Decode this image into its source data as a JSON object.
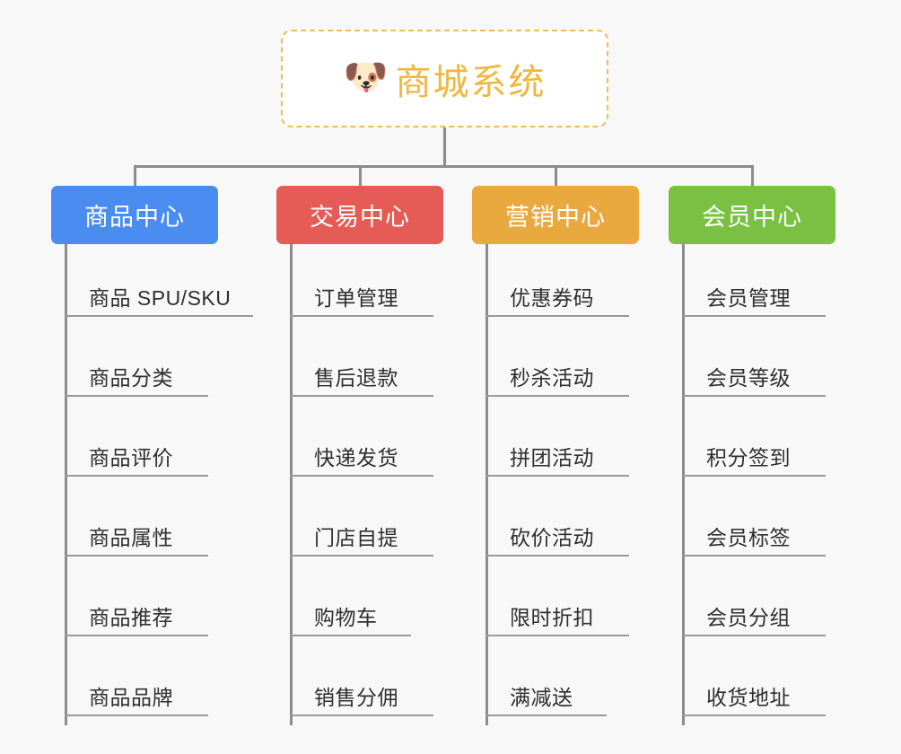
{
  "background_color": "#f8f8f8",
  "connector_color": "#8c8c8c",
  "root": {
    "title": "商城系统",
    "icon": "shiba-dog-face-icon",
    "icon_glyph": "🐶",
    "border_color": "#efbc55",
    "text_color": "#efb73e",
    "background": "#ffffff"
  },
  "columns": [
    {
      "id": "product-center",
      "label": "商品中心",
      "color": "#4a8cf0",
      "items": [
        "商品 SPU/SKU",
        "商品分类",
        "商品评价",
        "商品属性",
        "商品推荐",
        "商品品牌"
      ]
    },
    {
      "id": "trade-center",
      "label": "交易中心",
      "color": "#e55b55",
      "items": [
        "订单管理",
        "售后退款",
        "快递发货",
        "门店自提",
        "购物车",
        "销售分佣"
      ]
    },
    {
      "id": "marketing-center",
      "label": "营销中心",
      "color": "#eaa93f",
      "items": [
        "优惠券码",
        "秒杀活动",
        "拼团活动",
        "砍价活动",
        "限时折扣",
        "满减送"
      ]
    },
    {
      "id": "member-center",
      "label": "会员中心",
      "color": "#7ac143",
      "items": [
        "会员管理",
        "会员等级",
        "积分签到",
        "会员标签",
        "会员分组",
        "收货地址"
      ]
    }
  ]
}
